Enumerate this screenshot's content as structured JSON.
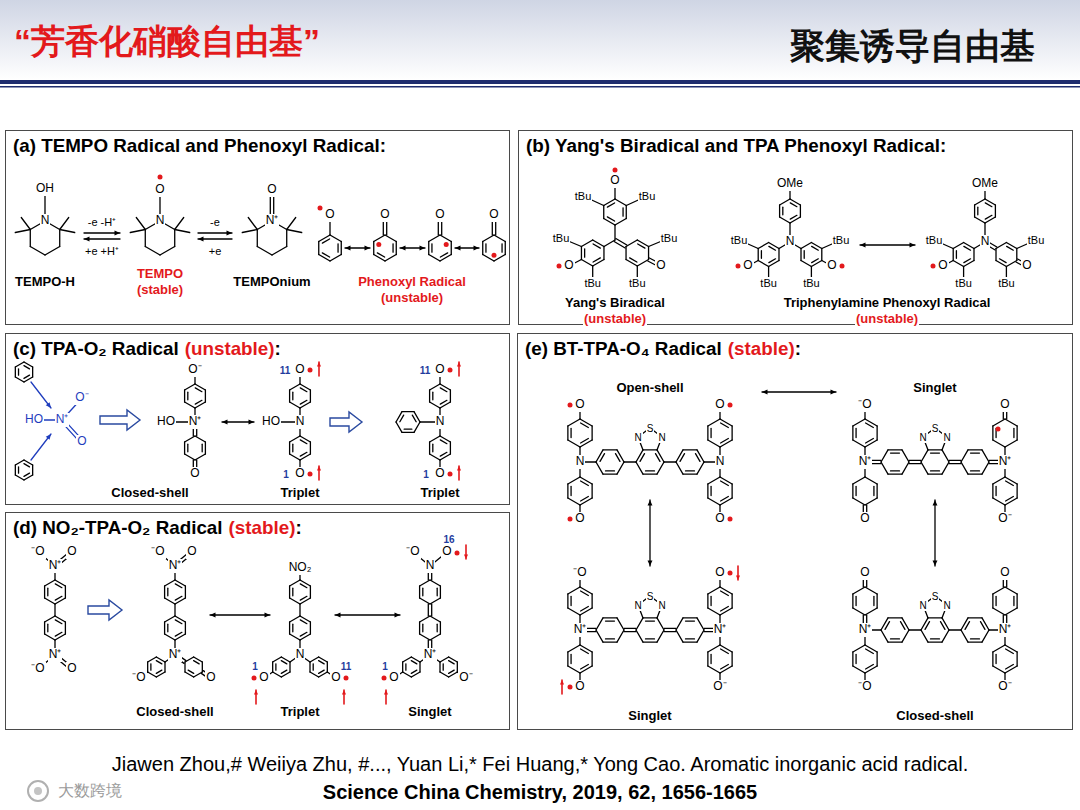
{
  "diagram": {
    "title": "“芳香化硝酸自由基”",
    "caption": "Jiawen Zhou,# Weiiya Zhu, #..., Yuan Li,* Fei Huang,* Yong Cao. Aromatic inorganic acid radical.",
    "nodes": [
      {
        "text": [
          "(a) TEMPO Radical and Phenoxyl Radical:"
        ]
      },
      {
        "text": [
          "(b) Yang's Biradical and TPA Phenoxyl Radical:"
        ]
      },
      {
        "text": [
          "(c) TPA-O₂ Radical",
          "(unstable)",
          ":"
        ]
      },
      {
        "text": [
          "(d) NO₂-TPA-O₂ Radical",
          "(stable)",
          ":"
        ]
      },
      {
        "text": [
          "(e) BT-TPA-O₄ Radical",
          "(stable)",
          ":"
        ]
      }
    ],
    "labels": [
      "聚集诱导自由基",
      "OH",
      "N",
      "TEMPO-H",
      "-e -H⁺",
      "+e +H⁺",
      "O",
      "N",
      "TEMPO",
      "(stable)",
      "-e",
      "+e",
      "O",
      "N⁺",
      "TEMPOnium",
      "O",
      "O",
      "O",
      "O",
      "Phenoxyl Radical",
      "(unstable)",
      "O",
      "tBu",
      "tBu",
      "tBu",
      "O",
      "tBu",
      "tBu",
      "O",
      "tBu",
      "Yang's Biradical",
      "(unstable)",
      "OMe",
      "N",
      "tBu",
      "O",
      "tBu",
      "tBu",
      "O",
      "tBu",
      "OMe",
      "N",
      "tBu",
      "O",
      "tBu",
      "tBu",
      "O",
      "tBu",
      "Triphenylamine Phenoxyl Radical",
      "(unstable)",
      "O⁻",
      "HO",
      "N⁺",
      "O",
      "O⁻",
      "HO",
      "N⁺",
      "O",
      "Closed-shell",
      "11",
      "O",
      "HO",
      "N",
      "1",
      "O",
      "Triplet",
      "11",
      "O",
      "N",
      "1",
      "O",
      "Triplet",
      "⁻O",
      "O",
      "N⁺",
      "N⁺",
      "⁻O",
      "O",
      "⁻O",
      "O",
      "N⁺",
      "N⁺",
      "⁻O",
      "O",
      "Closed-shell",
      "NO₂",
      "N",
      "1",
      "O",
      "11",
      "O",
      "Triplet",
      "⁻O",
      "16",
      "O",
      "N",
      "N⁺",
      "1",
      "O",
      "O⁻",
      "Singlet",
      "Open-shell",
      "N",
      "S",
      "N",
      "N",
      "N",
      "O",
      "O",
      "O",
      "O",
      "Singlet",
      "N",
      "S",
      "N",
      "N⁺",
      "N⁺",
      "⁻O",
      "O",
      "O",
      "O⁻",
      "N",
      "S",
      "N",
      "N⁺",
      "N⁺",
      "⁻O",
      "O",
      "O",
      "O⁻",
      "Singlet",
      "N",
      "S",
      "N",
      "N⁺",
      "N⁺",
      "O",
      "⁻O",
      "O",
      "O⁻",
      "Closed-shell",
      "Science China Chemistry, 2019, 62, 1656-1665",
      "大数跨境"
    ]
  }
}
